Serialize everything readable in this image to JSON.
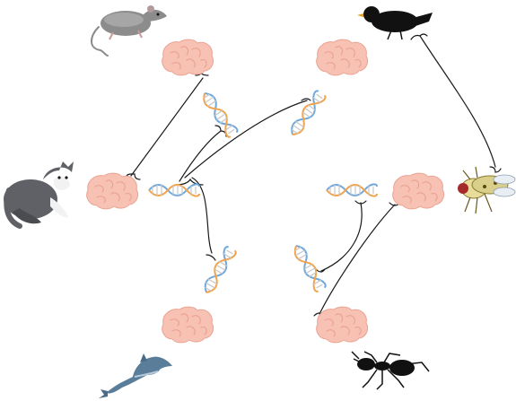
{
  "diagram": {
    "animals": [
      {
        "id": "rat",
        "icon": "rat-icon"
      },
      {
        "id": "cat",
        "icon": "cat-icon"
      },
      {
        "id": "dolphin",
        "icon": "dolphin-icon"
      },
      {
        "id": "blackbird",
        "icon": "blackbird-icon"
      },
      {
        "id": "fly",
        "icon": "fly-icon"
      },
      {
        "id": "ant",
        "icon": "ant-icon"
      }
    ],
    "brains": [
      "rat",
      "cat",
      "dolphin",
      "blackbird",
      "fly",
      "ant"
    ],
    "dna_strands": [
      "cat",
      "rat",
      "dolphin",
      "blackbird",
      "fly",
      "ant"
    ],
    "colors": {
      "brain_fill": "#f7c2b4",
      "brain_stroke": "#eaa392",
      "connector": "#1a1a1a",
      "dna_a": "#f2a24a",
      "dna_b": "#6fa8dc",
      "dna_c": "#c7c7c7"
    }
  }
}
